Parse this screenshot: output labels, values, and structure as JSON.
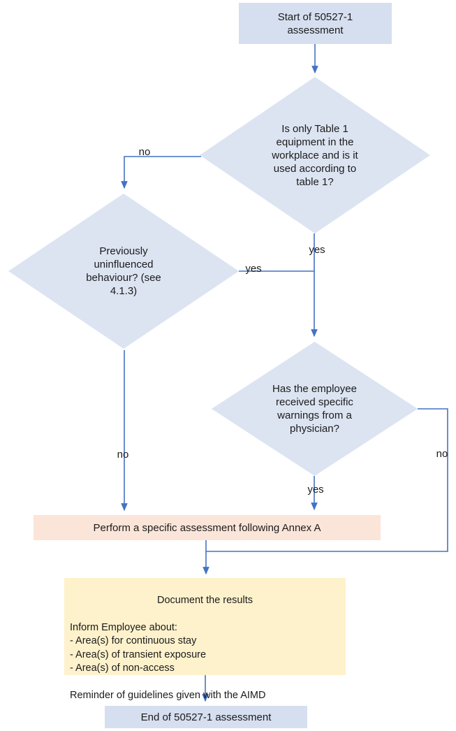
{
  "flowchart": {
    "nodes": {
      "start": {
        "label": "Start of 50527-1\nassessment"
      },
      "table1": {
        "label": "Is only Table 1\nequipment in the\nworkplace and is it\nused according to\ntable 1?"
      },
      "behaviour": {
        "label": "Previously\nuninfluenced\nbehaviour? (see\n4.1.3)"
      },
      "physician": {
        "label": "Has the employee\nreceived specific\nwarnings from a\nphysician?"
      },
      "perform": {
        "label": "Perform a specific assessment following Annex A"
      },
      "document": {
        "title": "Document the results",
        "body": "Inform Employee about:\n- Area(s) for continuous stay\n- Area(s) of transient exposure\n- Area(s) of non-access\n\nReminder of guidelines given with the AIMD"
      },
      "end": {
        "label": "End of 50527-1 assessment"
      }
    },
    "labels": {
      "table1_no": "no",
      "table1_yes": "yes",
      "behaviour_yes": "yes",
      "behaviour_no": "no",
      "physician_yes": "yes",
      "physician_no": "no"
    },
    "colors": {
      "node_blue": "#d6dfef",
      "diamond_blue": "#dce4f2",
      "node_orange": "#fbe5d8",
      "node_yellow": "#fef2cc",
      "connector": "#4472c4"
    }
  }
}
